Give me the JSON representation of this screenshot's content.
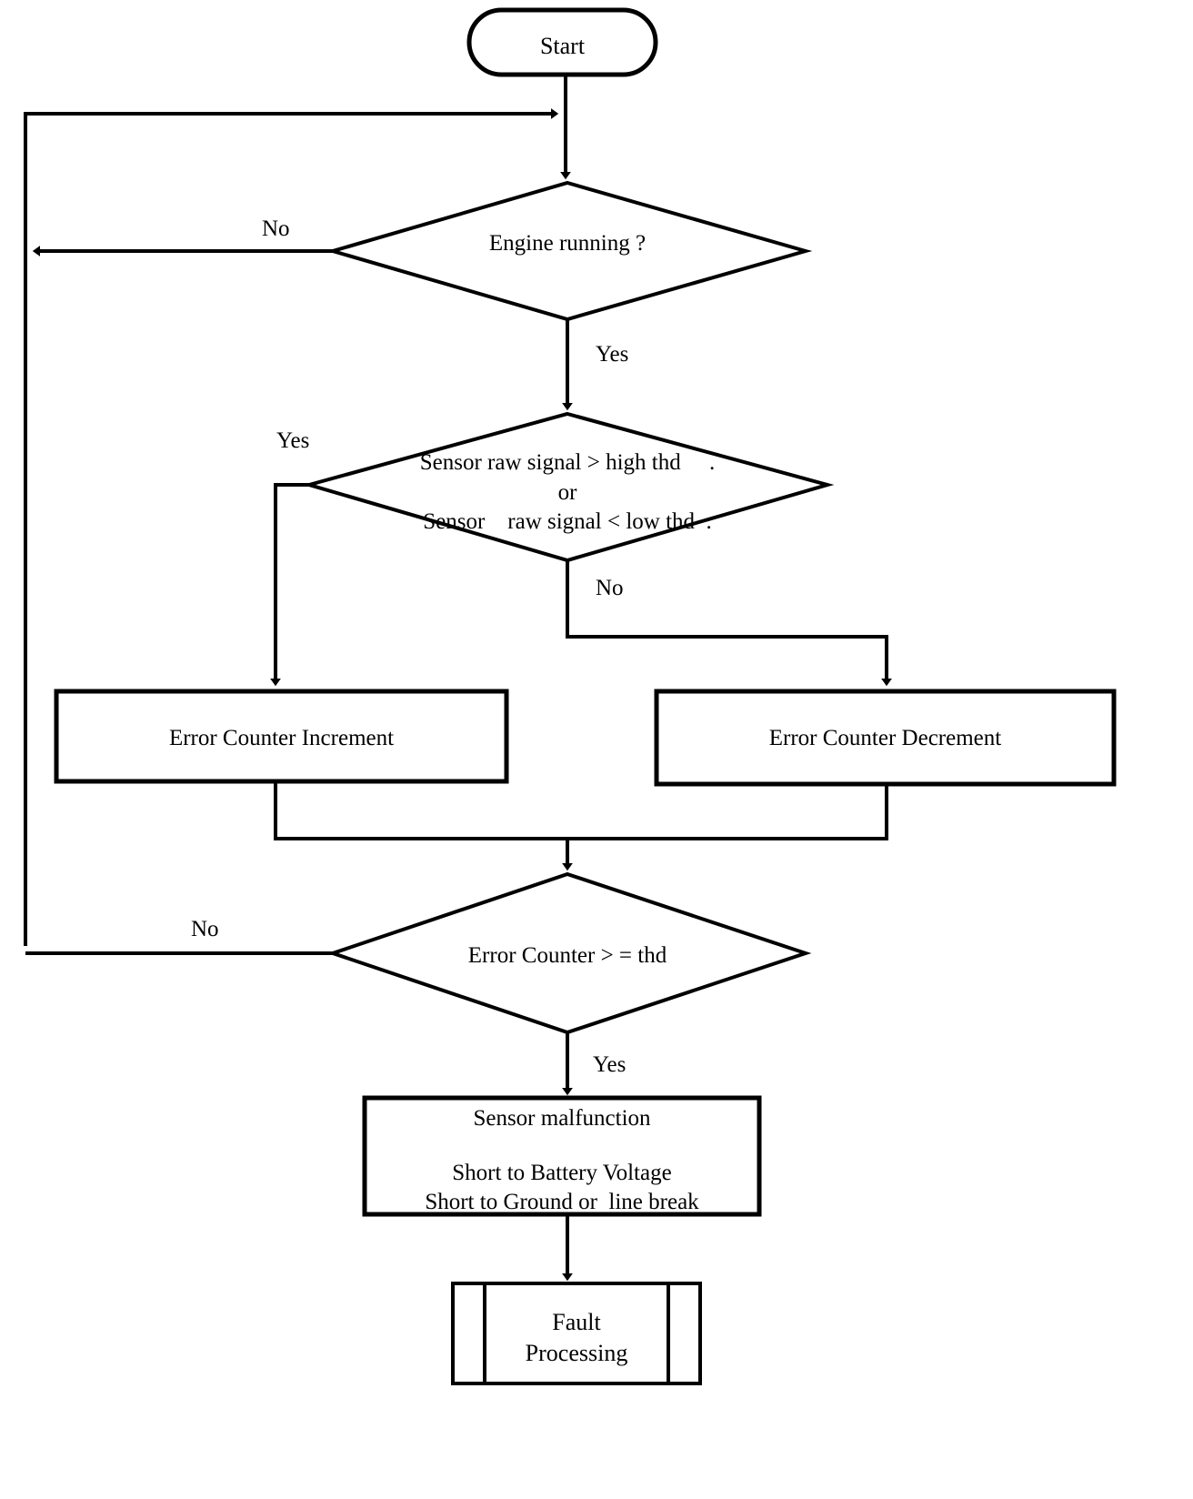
{
  "diagram": {
    "type": "flowchart",
    "title": "Sensor signal range diagnostic flowchart",
    "orientation": "top-to-bottom",
    "stroke_color": "#000000",
    "fill_color": "#ffffff",
    "background_color": "#ffffff"
  },
  "nodes": {
    "start": {
      "shape": "terminator",
      "label": "Start"
    },
    "engine_running": {
      "shape": "decision",
      "label": "Engine running ?"
    },
    "signal_range": {
      "shape": "decision",
      "line1": "Sensor raw signal > high thd     .",
      "line2": "or",
      "line3": "Sensor    raw signal < low thd  ."
    },
    "counter_increment": {
      "shape": "process",
      "label": "Error Counter Increment"
    },
    "counter_decrement": {
      "shape": "process",
      "label": "Error Counter Decrement"
    },
    "counter_threshold": {
      "shape": "decision",
      "label": "Error Counter > = thd"
    },
    "malfunction": {
      "shape": "process",
      "line1": "Sensor malfunction",
      "line2": "Short to Battery Voltage",
      "line3": "Short to Ground or  line break"
    },
    "fault_processing": {
      "shape": "predefined-process",
      "line1": "Fault",
      "line2": "Processing"
    }
  },
  "edge_labels": {
    "engine_no": "No",
    "engine_yes": "Yes",
    "signal_yes": "Yes",
    "signal_no": "No",
    "threshold_no": "No",
    "threshold_yes": "Yes"
  }
}
